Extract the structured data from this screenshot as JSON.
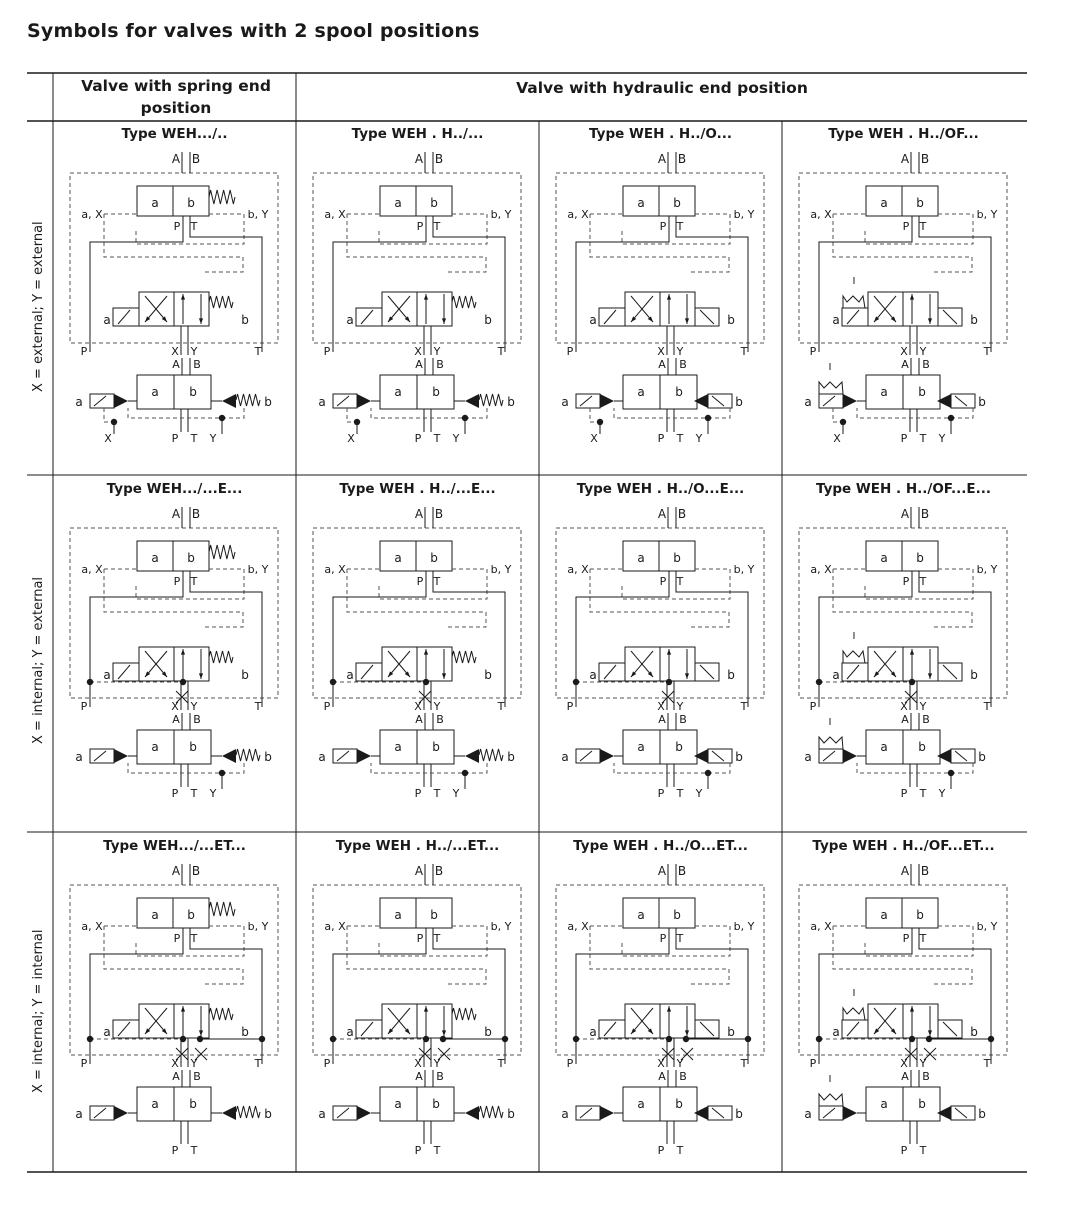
{
  "title": "Symbols for valves with 2 spool positions",
  "header": {
    "col1": "Valve with spring end position",
    "col2": "Valve with hydraulic end position"
  },
  "rows": [
    {
      "label": "X = external; Y = external",
      "types": [
        "Type WEH.../..",
        "Type WEH . H../...",
        "Type WEH . H../O...",
        "Type WEH . H../OF..."
      ]
    },
    {
      "label": "X = internal; Y = external",
      "types": [
        "Type WEH.../...E...",
        "Type WEH . H../...E...",
        "Type WEH . H../O...E...",
        "Type WEH . H../OF...E..."
      ]
    },
    {
      "label": "X = internal; Y = internal",
      "types": [
        "Type WEH.../...ET...",
        "Type WEH . H../...ET...",
        "Type WEH . H../O...ET...",
        "Type WEH . H../OF...ET..."
      ]
    }
  ],
  "port_labels": {
    "A": "A",
    "B": "B",
    "P": "P",
    "T": "T",
    "X": "X",
    "Y": "Y",
    "a": "a",
    "b": "b",
    "aX": "a, X",
    "bY": "b, Y",
    "I": "I"
  },
  "colors": {
    "line": "#1a1a1a",
    "dash": "#555555"
  }
}
